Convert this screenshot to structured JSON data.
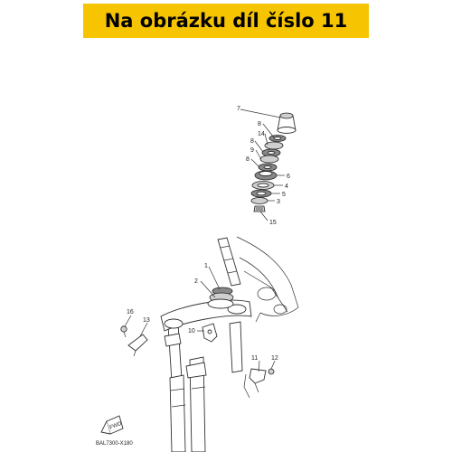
{
  "header": {
    "title": "Na obrázku díl číslo 11",
    "background_color": "#f6c400"
  },
  "diagram": {
    "code": "BAL7300-X180",
    "fwd_label": "FWD",
    "callouts": [
      "1",
      "2",
      "3",
      "4",
      "5",
      "6",
      "7",
      "8",
      "8",
      "8",
      "9",
      "10",
      "11",
      "12",
      "13",
      "14",
      "15",
      "16"
    ]
  }
}
